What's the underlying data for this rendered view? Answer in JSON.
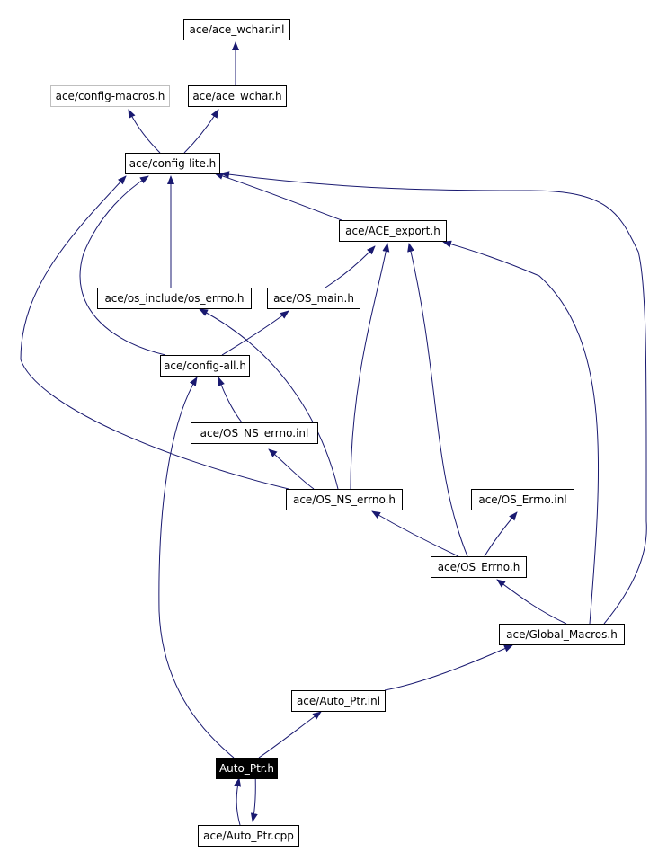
{
  "diagram": {
    "edge_color": "#191970",
    "nodes": [
      {
        "id": "ace_wchar_inl",
        "label": "ace/ace_wchar.inl"
      },
      {
        "id": "config_macros",
        "label": "ace/config-macros.h",
        "style": "external"
      },
      {
        "id": "ace_wchar_h",
        "label": "ace/ace_wchar.h"
      },
      {
        "id": "config_lite",
        "label": "ace/config-lite.h"
      },
      {
        "id": "ace_export",
        "label": "ace/ACE_export.h"
      },
      {
        "id": "os_errno",
        "label": "ace/os_include/os_errno.h"
      },
      {
        "id": "os_main",
        "label": "ace/OS_main.h"
      },
      {
        "id": "config_all",
        "label": "ace/config-all.h"
      },
      {
        "id": "os_ns_errno_inl",
        "label": "ace/OS_NS_errno.inl"
      },
      {
        "id": "os_ns_errno_h",
        "label": "ace/OS_NS_errno.h"
      },
      {
        "id": "os_errno_inl",
        "label": "ace/OS_Errno.inl"
      },
      {
        "id": "os_errno_h",
        "label": "ace/OS_Errno.h"
      },
      {
        "id": "global_macros",
        "label": "ace/Global_Macros.h"
      },
      {
        "id": "auto_ptr_inl",
        "label": "ace/Auto_Ptr.inl"
      },
      {
        "id": "auto_ptr_h",
        "label": "Auto_Ptr.h",
        "style": "focus"
      },
      {
        "id": "auto_ptr_cpp",
        "label": "ace/Auto_Ptr.cpp"
      }
    ],
    "edges": [
      {
        "from": "ace_wchar_h",
        "to": "ace_wchar_inl"
      },
      {
        "from": "config_lite",
        "to": "config_macros"
      },
      {
        "from": "config_lite",
        "to": "ace_wchar_h"
      },
      {
        "from": "ace_export",
        "to": "config_lite"
      },
      {
        "from": "os_errno",
        "to": "config_lite"
      },
      {
        "from": "config_all",
        "to": "config_lite"
      },
      {
        "from": "config_all",
        "to": "os_main"
      },
      {
        "from": "os_main",
        "to": "ace_export"
      },
      {
        "from": "os_ns_errno_h",
        "to": "config_lite"
      },
      {
        "from": "os_ns_errno_h",
        "to": "os_errno"
      },
      {
        "from": "os_ns_errno_h",
        "to": "os_ns_errno_inl"
      },
      {
        "from": "os_ns_errno_h",
        "to": "ace_export"
      },
      {
        "from": "os_ns_errno_inl",
        "to": "config_all"
      },
      {
        "from": "os_errno_h",
        "to": "os_ns_errno_h"
      },
      {
        "from": "os_errno_h",
        "to": "os_errno_inl"
      },
      {
        "from": "os_errno_h",
        "to": "ace_export"
      },
      {
        "from": "global_macros",
        "to": "os_errno_h"
      },
      {
        "from": "global_macros",
        "to": "ace_export"
      },
      {
        "from": "global_macros",
        "to": "config_lite"
      },
      {
        "from": "auto_ptr_inl",
        "to": "global_macros"
      },
      {
        "from": "auto_ptr_h",
        "to": "auto_ptr_inl"
      },
      {
        "from": "auto_ptr_h",
        "to": "config_all"
      },
      {
        "from": "auto_ptr_h",
        "to": "auto_ptr_cpp"
      },
      {
        "from": "auto_ptr_cpp",
        "to": "auto_ptr_h"
      }
    ]
  }
}
